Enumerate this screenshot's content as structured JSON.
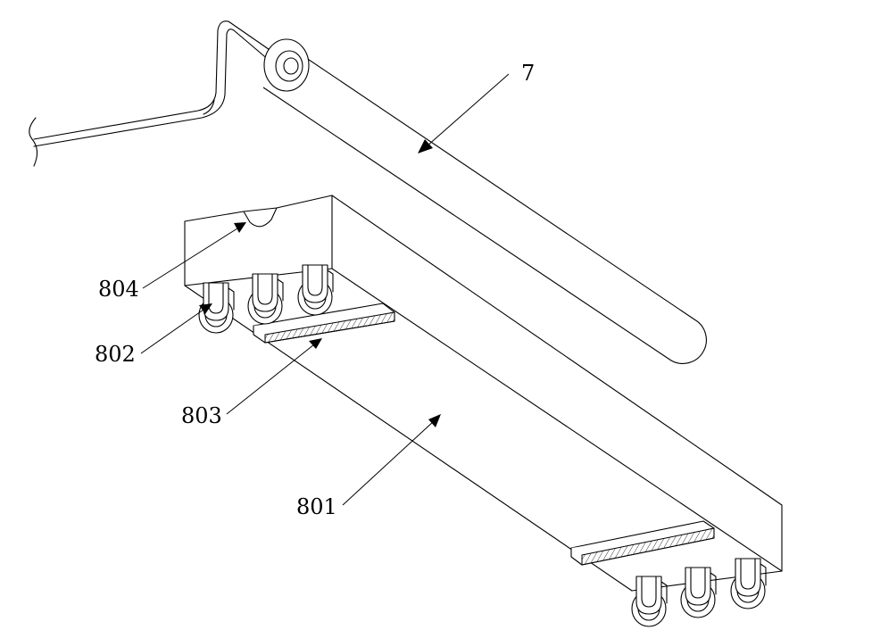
{
  "callouts": [
    {
      "id": "7",
      "label": "7"
    },
    {
      "id": "804",
      "label": "804"
    },
    {
      "id": "802",
      "label": "802"
    },
    {
      "id": "803",
      "label": "803"
    },
    {
      "id": "801",
      "label": "801"
    }
  ],
  "colors": {
    "ink": "#000000",
    "paper": "#ffffff"
  }
}
